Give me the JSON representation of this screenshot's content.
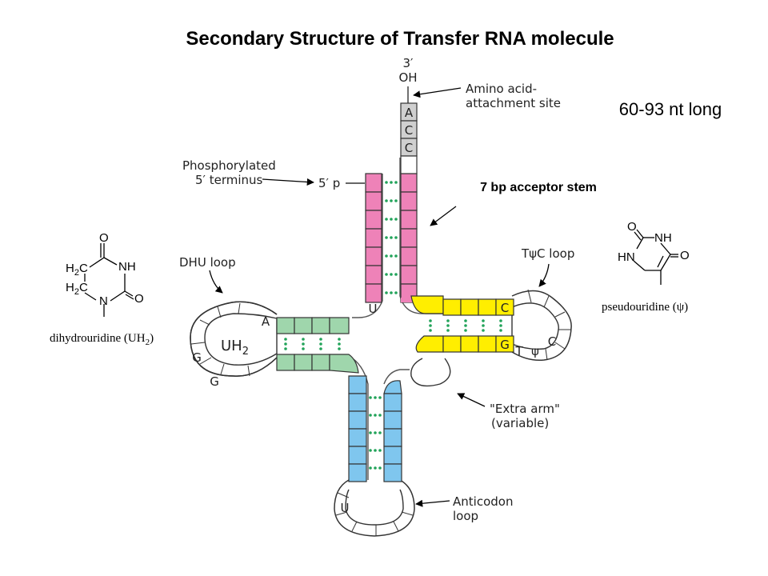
{
  "title": "Secondary Structure of Transfer RNA molecule",
  "length_note": "60-93 nt long",
  "acceptor_stem_label": "7 bp acceptor stem",
  "labels": {
    "three_prime": "3′",
    "oh": "OH",
    "amino_acid_1": "Amino acid-",
    "amino_acid_2": "attachment site",
    "phospho_1": "Phosphorylated",
    "phospho_2": "5′ terminus",
    "five_p": "5′ p",
    "dhu_loop": "DHU loop",
    "tpsic_loop": "TψC loop",
    "extra_arm_1": "\"Extra arm\"",
    "extra_arm_2": "(variable)",
    "anticodon_1": "Anticodon",
    "anticodon_2": "loop"
  },
  "nucleotides": {
    "acc": [
      "A",
      "C",
      "C"
    ],
    "dhu_a": "A",
    "uh2": "UH",
    "uh2_sub": "2",
    "g1": "G",
    "g2": "G",
    "u_top": "U",
    "tloop_c": "C",
    "tloop_g": "G",
    "t": "T",
    "psi": "ψ",
    "tloop_c2": "C",
    "anticodon_u": "U"
  },
  "dihydrouridine": {
    "o_top": "O",
    "nh": "NH",
    "o_right": "O",
    "n": "N",
    "h2c_1": "H",
    "h2c_1_sub": "2",
    "h2c_1_c": "C",
    "h2c_2": "H",
    "h2c_2_sub": "2",
    "h2c_2_c": "C",
    "caption": "dihydrouridine (UH",
    "caption_sub": "2",
    "caption_end": ")"
  },
  "pseudouridine": {
    "o_top": "O",
    "nh": "NH",
    "hn": "HN",
    "o_right": "O",
    "caption": "pseudouridine (ψ)"
  },
  "colors": {
    "acceptor": "#ee82b8",
    "dhu": "#9fd6ac",
    "tpsic": "#ffee00",
    "anticodon": "#7fc6ee",
    "acc_end": "#d0d0d0",
    "pair_dots": "#22a35a"
  }
}
